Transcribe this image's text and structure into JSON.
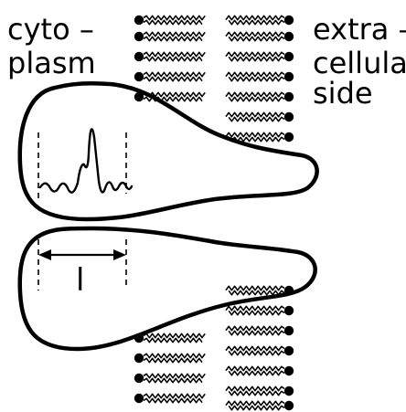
{
  "labels": {
    "cytoplasm_line1": "cyto –",
    "cytoplasm_line2": "plasm",
    "extracellular_line1": "extra –",
    "extracellular_line2": "cellular",
    "extracellular_line3": "side",
    "length_symbol": "l"
  }
}
